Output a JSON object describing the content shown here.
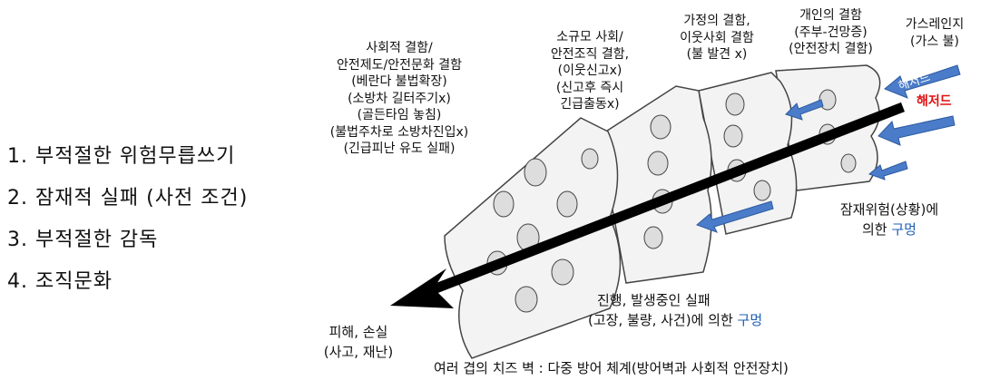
{
  "list": [
    "1. 부적절한 위험무릅쓰기",
    "2. 잠재적 실패 (사전 조건)",
    "3. 부적절한 감독",
    "4. 조직문화"
  ],
  "labels": {
    "social": [
      "사회적 결함/",
      "안전제도/안전문화 결함",
      "(베란다 불법확장)",
      "(소방차 길터주기x)",
      "(골든타임 놓침)",
      "(불법주차로 소방차진입x)",
      "(긴급피난 유도 실패)"
    ],
    "small_society": [
      "소규모 사회/",
      "안전조직 결함,",
      "(이웃신고x)",
      "(신고후 즉시",
      "긴급출동x)"
    ],
    "household": [
      "가정의 결함,",
      "이웃사회 결함",
      "(불 발견 x)"
    ],
    "individual": [
      "개인의 결함",
      "(주부-건망증)",
      "(안전장치 결함)"
    ],
    "gas_range": [
      "가스레인지",
      "(가스 불)"
    ],
    "hazard_arrow": "해저드",
    "hazard_red": "해저드",
    "latent": {
      "line1": "잠재위험(상황)에",
      "line2_prefix": "의한 ",
      "line2_highlight": "구멍"
    },
    "active": {
      "line1": "진행, 발생중인 실패",
      "line2_prefix": "(고장, 불량, 사건)에 의한 ",
      "line2_highlight": "구멍"
    },
    "loss": [
      "피해, 손실",
      "(사고, 재난)"
    ],
    "bottom": "여러 겹의 치즈 벽 : 다중 방어 체계(방어벽과 사회적 안전장치)"
  },
  "colors": {
    "blue_text": "#1f5fb4",
    "red_text": "#e01010",
    "blue_arrow": "#4a7cc9"
  }
}
